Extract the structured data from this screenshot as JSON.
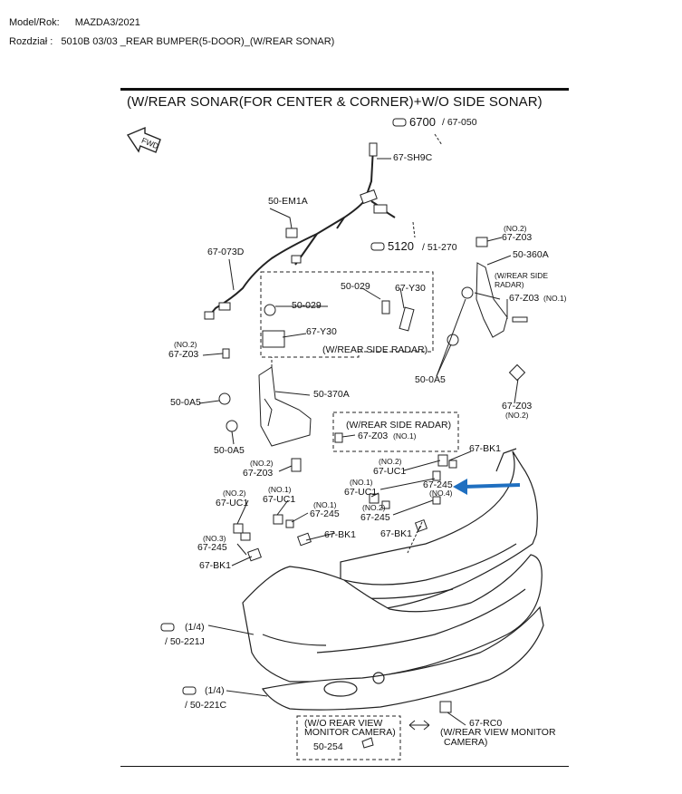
{
  "header": {
    "model_label": "Model/Rok:",
    "model_value": "MAZDA3/2021",
    "section_label": "Rozdział :",
    "section_value": "5010B 03/03 _REAR BUMPER(5-DOOR)_(W/REAR SONAR)"
  },
  "diagram": {
    "title": "(W/REAR SONAR(FOR CENTER & CORNER)+W/O SIDE SONAR)",
    "fwd": "FWD",
    "ref_6700_big": "6700",
    "ref_6700_small": "/ 67-050",
    "ref_5120_big": "5120",
    "ref_5120_small": "/ 51-270",
    "sh9c": "67-SH9C",
    "em1a": "50-EM1A",
    "w073d": "67-073D",
    "n029": "50-029",
    "y30_a": "67-Y30",
    "side_radar_note": "(W/REAR SIDE RADAR)",
    "n029_b": "50-029",
    "y30_b": "67-Y30",
    "z03_a_no": "(NO.2)",
    "z03_a": "67-Z03",
    "n0a5_a": "50-0A5",
    "n370a": "50-370A",
    "n0a5_b": "50-0A5",
    "z03_b_no": "(NO.2)",
    "z03_b": "67-Z03",
    "side_radar_note2": "(W/REAR SIDE RADAR)",
    "z03_c": "67-Z03",
    "z03_c_no": "(NO.1)",
    "z03_d_no": "(NO.2)",
    "z03_d": "67-Z03",
    "n360a": "50-360A",
    "side_radar_note3a": "(W/REAR SIDE",
    "side_radar_note3b": "RADAR)",
    "z03_e": "67-Z03",
    "z03_e_no": "(NO.1)",
    "n0a5_c": "50-0A5",
    "z03_f": "67-Z03",
    "z03_f_no": "(NO.2)",
    "bk1_a": "67-BK1",
    "uc1_a_no": "(NO.2)",
    "uc1_a": "67-UC1",
    "n245_a": "67-245",
    "n245_a_no": "(NO.4)",
    "uc1_b_no": "(NO.1)",
    "uc1_b": "67-UC1",
    "n245_b_no": "(NO.2)",
    "n245_b": "67-245",
    "bk1_b": "67-BK1",
    "uc1_c_no": "(NO.2)",
    "uc1_c": "67-UC1",
    "uc1_d_no": "(NO.1)",
    "uc1_d": "67-UC1",
    "n245_c_no": "(NO.1)",
    "n245_c": "67-245",
    "bk1_c": "67-BK1",
    "n245_d_no": "(NO.3)",
    "n245_d": "67-245",
    "bk1_d": "67-BK1",
    "ref_221j_a": "(1/4)",
    "ref_221j_b": "/ 50-221J",
    "ref_221c_a": "(1/4)",
    "ref_221c_b": "/ 50-221C",
    "no_camera_a": "(W/O REAR VIEW",
    "no_camera_b": "MONITOR CAMERA)",
    "n254": "50-254",
    "rc0": "67-RC0",
    "camera_a": "(W/REAR VIEW MONITOR",
    "camera_b": "CAMERA)"
  },
  "colors": {
    "arrow": "#1f6fc0",
    "line": "#222222",
    "shade": "#d9d9d9"
  }
}
